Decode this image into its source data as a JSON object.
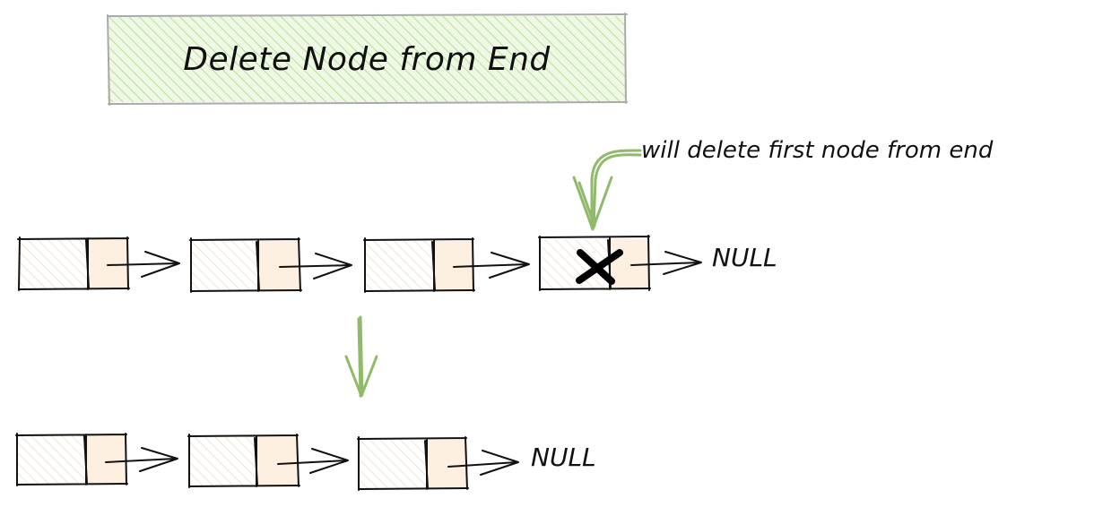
{
  "title": "Delete Node from End",
  "annotation": "will delete first node from end",
  "null_label": "NULL",
  "before_list": {
    "node_count": 4,
    "deleted_node_index": 3,
    "terminator": "NULL"
  },
  "after_list": {
    "node_count": 3,
    "terminator": "NULL"
  },
  "colors": {
    "title_fill": "#d8efc4",
    "title_hatch": "#b9de98",
    "title_border": "#aaaaaa",
    "data_cell_hatch": "#f3e6d6",
    "pointer_cell_fill": "#fdf0e0",
    "arrow_green": "#8fba6a",
    "ink": "#111111"
  }
}
